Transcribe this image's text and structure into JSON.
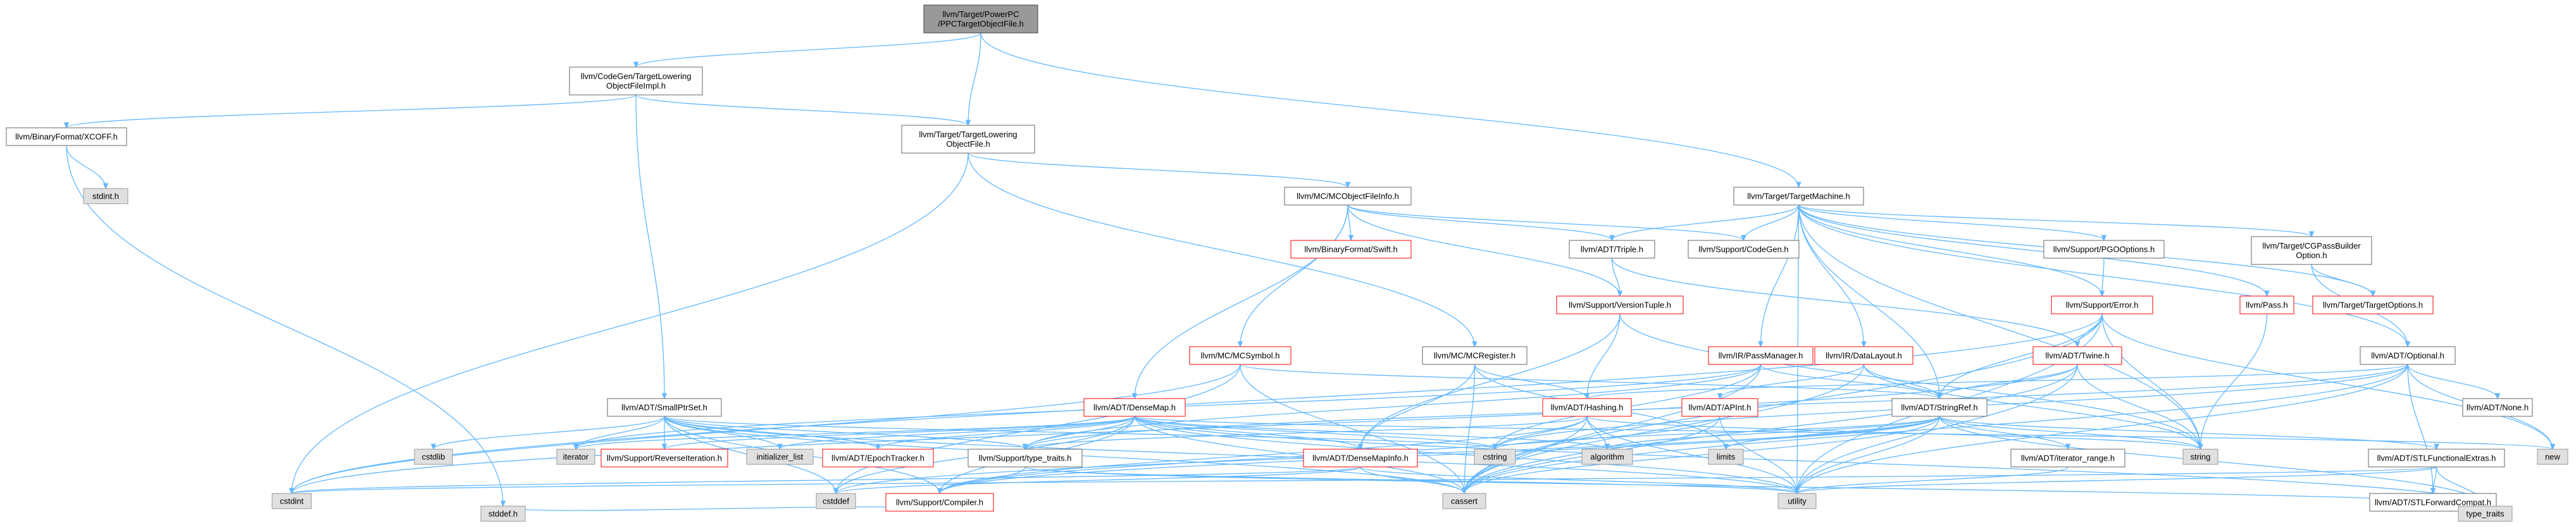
{
  "colors": {
    "background": "#ffffff",
    "node_fill": "#ffffff",
    "node_border": "#666666",
    "node_border_red": "#ff0000",
    "root_fill": "#999999",
    "root_border": "#404040",
    "external_fill": "#e0e0e0",
    "external_border": "#999999",
    "text": "#000000",
    "edge": "#63b8ff"
  },
  "nodes": [
    {
      "id": "root",
      "lines": [
        "llvm/Target/PowerPC",
        "/PPCTargetObjectFile.h"
      ],
      "kind": "root"
    },
    {
      "id": "cgtlof",
      "lines": [
        "llvm/CodeGen/TargetLowering",
        "ObjectFileImpl.h"
      ],
      "kind": "normal"
    },
    {
      "id": "xcoff",
      "lines": [
        "llvm/BinaryFormat/XCOFF.h"
      ],
      "kind": "normal"
    },
    {
      "id": "stdint",
      "lines": [
        "stdint.h"
      ],
      "kind": "external"
    },
    {
      "id": "tlof",
      "lines": [
        "llvm/Target/TargetLowering",
        "ObjectFile.h"
      ],
      "kind": "normal"
    },
    {
      "id": "mcofi",
      "lines": [
        "llvm/MC/MCObjectFileInfo.h"
      ],
      "kind": "normal"
    },
    {
      "id": "swift",
      "lines": [
        "llvm/BinaryFormat/Swift.h"
      ],
      "kind": "truncated"
    },
    {
      "id": "triple",
      "lines": [
        "llvm/ADT/Triple.h"
      ],
      "kind": "normal"
    },
    {
      "id": "codegen",
      "lines": [
        "llvm/Support/CodeGen.h"
      ],
      "kind": "normal"
    },
    {
      "id": "tm",
      "lines": [
        "llvm/Target/TargetMachine.h"
      ],
      "kind": "normal"
    },
    {
      "id": "pgo",
      "lines": [
        "llvm/Support/PGOOptions.h"
      ],
      "kind": "normal"
    },
    {
      "id": "cgpb",
      "lines": [
        "llvm/Target/CGPassBuilder",
        "Option.h"
      ],
      "kind": "normal"
    },
    {
      "id": "versiontuple",
      "lines": [
        "llvm/Support/VersionTuple.h"
      ],
      "kind": "truncated"
    },
    {
      "id": "error",
      "lines": [
        "llvm/Support/Error.h"
      ],
      "kind": "truncated"
    },
    {
      "id": "pass",
      "lines": [
        "llvm/Pass.h"
      ],
      "kind": "truncated"
    },
    {
      "id": "targetoptions",
      "lines": [
        "llvm/Target/TargetOptions.h"
      ],
      "kind": "truncated"
    },
    {
      "id": "mcsymbol",
      "lines": [
        "llvm/MC/MCSymbol.h"
      ],
      "kind": "truncated"
    },
    {
      "id": "mcregister",
      "lines": [
        "llvm/MC/MCRegister.h"
      ],
      "kind": "normal"
    },
    {
      "id": "passmanager",
      "lines": [
        "llvm/IR/PassManager.h"
      ],
      "kind": "truncated"
    },
    {
      "id": "datalayout",
      "lines": [
        "llvm/IR/DataLayout.h"
      ],
      "kind": "truncated"
    },
    {
      "id": "twine",
      "lines": [
        "llvm/ADT/Twine.h"
      ],
      "kind": "truncated"
    },
    {
      "id": "optional",
      "lines": [
        "llvm/ADT/Optional.h"
      ],
      "kind": "normal"
    },
    {
      "id": "smallptrset",
      "lines": [
        "llvm/ADT/SmallPtrSet.h"
      ],
      "kind": "normal"
    },
    {
      "id": "densemap",
      "lines": [
        "llvm/ADT/DenseMap.h"
      ],
      "kind": "truncated"
    },
    {
      "id": "hashing",
      "lines": [
        "llvm/ADT/Hashing.h"
      ],
      "kind": "truncated"
    },
    {
      "id": "apint",
      "lines": [
        "llvm/ADT/APInt.h"
      ],
      "kind": "truncated"
    },
    {
      "id": "stringref",
      "lines": [
        "llvm/ADT/StringRef.h"
      ],
      "kind": "normal"
    },
    {
      "id": "none",
      "lines": [
        "llvm/ADT/None.h"
      ],
      "kind": "normal"
    },
    {
      "id": "cstdlib",
      "lines": [
        "cstdlib"
      ],
      "kind": "external"
    },
    {
      "id": "iterator",
      "lines": [
        "iterator"
      ],
      "kind": "external"
    },
    {
      "id": "reverseiter",
      "lines": [
        "llvm/Support/ReverseIteration.h"
      ],
      "kind": "truncated"
    },
    {
      "id": "initlist",
      "lines": [
        "initializer_list"
      ],
      "kind": "external"
    },
    {
      "id": "epoch",
      "lines": [
        "llvm/ADT/EpochTracker.h"
      ],
      "kind": "truncated"
    },
    {
      "id": "typetraits_s",
      "lines": [
        "llvm/Support/type_traits.h"
      ],
      "kind": "normal"
    },
    {
      "id": "cstring",
      "lines": [
        "cstring"
      ],
      "kind": "external"
    },
    {
      "id": "algorithm",
      "lines": [
        "algorithm"
      ],
      "kind": "external"
    },
    {
      "id": "limits",
      "lines": [
        "limits"
      ],
      "kind": "external"
    },
    {
      "id": "densemapinfo",
      "lines": [
        "llvm/ADT/DenseMapInfo.h"
      ],
      "kind": "truncated"
    },
    {
      "id": "iterrange",
      "lines": [
        "llvm/ADT/iterator_range.h"
      ],
      "kind": "normal"
    },
    {
      "id": "string",
      "lines": [
        "string"
      ],
      "kind": "external"
    },
    {
      "id": "stlfunc",
      "lines": [
        "llvm/ADT/STLFunctionalExtras.h"
      ],
      "kind": "normal"
    },
    {
      "id": "new",
      "lines": [
        "new"
      ],
      "kind": "external"
    },
    {
      "id": "cstdint",
      "lines": [
        "cstdint"
      ],
      "kind": "external"
    },
    {
      "id": "cstddef",
      "lines": [
        "cstddef"
      ],
      "kind": "external"
    },
    {
      "id": "compiler",
      "lines": [
        "llvm/Support/Compiler.h"
      ],
      "kind": "truncated"
    },
    {
      "id": "cassert",
      "lines": [
        "cassert"
      ],
      "kind": "external"
    },
    {
      "id": "utility",
      "lines": [
        "utility"
      ],
      "kind": "external"
    },
    {
      "id": "stlfwd",
      "lines": [
        "llvm/ADT/STLForwardCompat.h"
      ],
      "kind": "normal"
    },
    {
      "id": "stddef",
      "lines": [
        "stddef.h"
      ],
      "kind": "external"
    },
    {
      "id": "typetraits",
      "lines": [
        "type_traits"
      ],
      "kind": "external"
    }
  ],
  "edges": [
    [
      "root",
      "cgtlof"
    ],
    [
      "root",
      "tlof"
    ],
    [
      "root",
      "tm"
    ],
    [
      "cgtlof",
      "xcoff"
    ],
    [
      "cgtlof",
      "tlof"
    ],
    [
      "cgtlof",
      "smallptrset"
    ],
    [
      "xcoff",
      "stdint"
    ],
    [
      "xcoff",
      "stddef"
    ],
    [
      "tlof",
      "mcofi"
    ],
    [
      "tlof",
      "mcregister"
    ],
    [
      "tlof",
      "cstdint"
    ],
    [
      "mcofi",
      "swift"
    ],
    [
      "mcofi",
      "triple"
    ],
    [
      "mcofi",
      "codegen"
    ],
    [
      "mcofi",
      "versiontuple"
    ],
    [
      "mcofi",
      "mcsymbol"
    ],
    [
      "mcofi",
      "densemap"
    ],
    [
      "triple",
      "versiontuple"
    ],
    [
      "triple",
      "twine"
    ],
    [
      "tm",
      "triple"
    ],
    [
      "tm",
      "codegen"
    ],
    [
      "tm",
      "pgo"
    ],
    [
      "tm",
      "cgpb"
    ],
    [
      "tm",
      "error"
    ],
    [
      "tm",
      "pass"
    ],
    [
      "tm",
      "targetoptions"
    ],
    [
      "tm",
      "passmanager"
    ],
    [
      "tm",
      "datalayout"
    ],
    [
      "tm",
      "optional"
    ],
    [
      "tm",
      "stringref"
    ],
    [
      "tm",
      "string"
    ],
    [
      "tm",
      "utility"
    ],
    [
      "pgo",
      "error"
    ],
    [
      "cgpb",
      "targetoptions"
    ],
    [
      "cgpb",
      "optional"
    ],
    [
      "versiontuple",
      "hashing"
    ],
    [
      "versiontuple",
      "densemapinfo"
    ],
    [
      "versiontuple",
      "string"
    ],
    [
      "error",
      "twine"
    ],
    [
      "error",
      "new"
    ],
    [
      "error",
      "string"
    ],
    [
      "error",
      "utility"
    ],
    [
      "error",
      "cstdint"
    ],
    [
      "error",
      "cassert"
    ],
    [
      "error",
      "stringref"
    ],
    [
      "pass",
      "string"
    ],
    [
      "mcsymbol",
      "stringref"
    ],
    [
      "mcsymbol",
      "cstddef"
    ],
    [
      "mcsymbol",
      "cstdint"
    ],
    [
      "mcsymbol",
      "cassert"
    ],
    [
      "mcregister",
      "densemapinfo"
    ],
    [
      "mcregister",
      "hashing"
    ],
    [
      "mcregister",
      "cassert"
    ],
    [
      "mcregister",
      "limits"
    ],
    [
      "passmanager",
      "stringref"
    ],
    [
      "passmanager",
      "typetraits_s"
    ],
    [
      "passmanager",
      "cassert"
    ],
    [
      "passmanager",
      "cstring"
    ],
    [
      "passmanager",
      "iterator"
    ],
    [
      "datalayout",
      "apint"
    ],
    [
      "datalayout",
      "stringref"
    ],
    [
      "datalayout",
      "string"
    ],
    [
      "datalayout",
      "cassert"
    ],
    [
      "twine",
      "stringref"
    ],
    [
      "twine",
      "cassert"
    ],
    [
      "twine",
      "cstdint"
    ],
    [
      "twine",
      "string"
    ],
    [
      "twine",
      "utility"
    ],
    [
      "optional",
      "none"
    ],
    [
      "optional",
      "stlfwd"
    ],
    [
      "optional",
      "typetraits_s"
    ],
    [
      "optional",
      "hashing"
    ],
    [
      "optional",
      "cassert"
    ],
    [
      "optional",
      "new"
    ],
    [
      "optional",
      "utility"
    ],
    [
      "optional",
      "cstring"
    ],
    [
      "smallptrset",
      "epoch"
    ],
    [
      "smallptrset",
      "compiler"
    ],
    [
      "smallptrset",
      "reverseiter"
    ],
    [
      "smallptrset",
      "typetraits_s"
    ],
    [
      "smallptrset",
      "cstdlib"
    ],
    [
      "smallptrset",
      "iterator"
    ],
    [
      "smallptrset",
      "cstddef"
    ],
    [
      "smallptrset",
      "cstring"
    ],
    [
      "smallptrset",
      "initlist"
    ],
    [
      "smallptrset",
      "cassert"
    ],
    [
      "smallptrset",
      "utility"
    ],
    [
      "densemap",
      "epoch"
    ],
    [
      "densemap",
      "densemapinfo"
    ],
    [
      "densemap",
      "reverseiter"
    ],
    [
      "densemap",
      "typetraits_s"
    ],
    [
      "densemap",
      "compiler"
    ],
    [
      "densemap",
      "algorithm"
    ],
    [
      "densemap",
      "cassert"
    ],
    [
      "densemap",
      "cstddef"
    ],
    [
      "densemap",
      "cstring"
    ],
    [
      "densemap",
      "initlist"
    ],
    [
      "densemap",
      "iterator"
    ],
    [
      "densemap",
      "new"
    ],
    [
      "densemap",
      "typetraits"
    ],
    [
      "densemap",
      "utility"
    ],
    [
      "hashing",
      "typetraits_s"
    ],
    [
      "hashing",
      "compiler"
    ],
    [
      "hashing",
      "algorithm"
    ],
    [
      "hashing",
      "cassert"
    ],
    [
      "hashing",
      "cstring"
    ],
    [
      "hashing",
      "string"
    ],
    [
      "hashing",
      "tuple_none"
    ],
    [
      "hashing",
      "utility"
    ],
    [
      "apint",
      "compiler"
    ],
    [
      "apint",
      "cassert"
    ],
    [
      "apint",
      "climits"
    ],
    [
      "apint",
      "utility"
    ],
    [
      "stringref",
      "stlfunc"
    ],
    [
      "stringref",
      "iterrange"
    ],
    [
      "stringref",
      "compiler"
    ],
    [
      "stringref",
      "algorithm"
    ],
    [
      "stringref",
      "cassert"
    ],
    [
      "stringref",
      "cstddef"
    ],
    [
      "stringref",
      "cstring"
    ],
    [
      "stringref",
      "limits"
    ],
    [
      "stringref",
      "string"
    ],
    [
      "stringref",
      "typetraits"
    ],
    [
      "stringref",
      "utility"
    ],
    [
      "stlfunc",
      "stlfwd"
    ],
    [
      "stlfunc",
      "typetraits"
    ],
    [
      "stlfunc",
      "cstdint"
    ],
    [
      "stlfunc",
      "utility"
    ],
    [
      "iterrange",
      "utility"
    ],
    [
      "stlfwd",
      "typetraits"
    ],
    [
      "typetraits_s",
      "compiler"
    ],
    [
      "typetraits_s",
      "typetraits"
    ],
    [
      "typetraits_s",
      "utility"
    ],
    [
      "densemapinfo",
      "cassert"
    ],
    [
      "densemapinfo",
      "cstddef"
    ],
    [
      "densemapinfo",
      "cstdint"
    ],
    [
      "densemapinfo",
      "utility"
    ],
    [
      "compiler",
      "stddef"
    ]
  ]
}
